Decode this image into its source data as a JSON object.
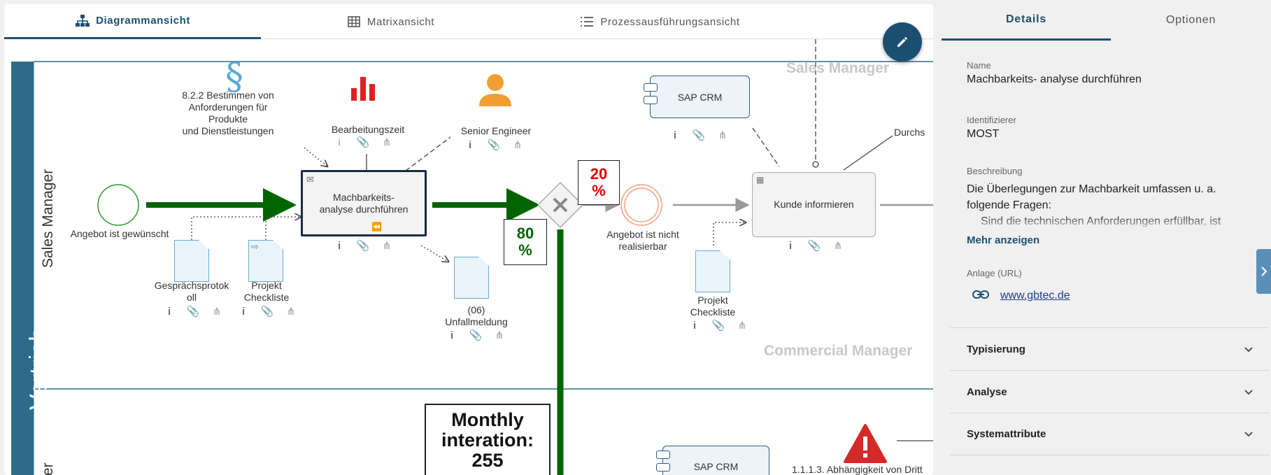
{
  "tabs": [
    {
      "label": "Diagrammansicht",
      "icon": "hierarchy-icon"
    },
    {
      "label": "Matrixansicht",
      "icon": "grid-icon"
    },
    {
      "label": "Prozessausführungsansicht",
      "icon": "list-icon"
    }
  ],
  "edit_icon": "pencil-icon",
  "diagram": {
    "pool_label": "Vertrieb",
    "lanes": [
      {
        "label": "Sales Manager",
        "header": "Sales Manager"
      },
      {
        "label": "ter",
        "header": "Commercial Manager"
      }
    ],
    "start_event": "Angebot ist gewünscht",
    "norm_label": "8.2.2 Bestimmen von\nAnforderungen für\nProdukte\nund Dienstleistungen",
    "kpi_label": "Bearbeitungszeit",
    "role_label": "Senior Engineer",
    "task_selected": "Machbarkeits-\nanalyse durchführen",
    "task_inform": "Kunde informieren",
    "docs": [
      {
        "label": "Gesprächsprotok\noll"
      },
      {
        "label": "Projekt\nCheckliste"
      },
      {
        "label": "(06)\nUnfallmeldung"
      },
      {
        "label": "Projekt\nCheckliste"
      }
    ],
    "gateway_pct_top": "20\n%",
    "gateway_pct_bottom": "80\n%",
    "end_event": "Angebot ist nicht\nrealisierbar",
    "system_top": "SAP CRM",
    "system_bottom": "SAP CRM",
    "cut_label_right": "Durchs",
    "monthly": "Monthly\ninteration:\n255",
    "risk_label": "1.1.1.3. Abhängigkeit von Dritt",
    "colors": {
      "flow": "#006400",
      "pct_red": "#e00000",
      "pct_green": "#006400",
      "pool": "#2e6b8a",
      "accent": "#1b4f72"
    }
  },
  "panel": {
    "tabs": [
      "Details",
      "Optionen"
    ],
    "name_label": "Name",
    "name_value": "Machbarkeits- analyse durchführen",
    "id_label": "Identifizierer",
    "id_value": "MOST",
    "desc_label": "Beschreibung",
    "desc_value": "Die Überlegungen zur Machbarkeit umfassen u. a. folgende Fragen:",
    "desc_more_line": "Sind die technischen Anforderungen erfüllbar, ist",
    "more_label": "Mehr anzeigen",
    "attachment_label": "Anlage (URL)",
    "attachment_link": "www.gbtec.de",
    "sections": [
      "Typisierung",
      "Analyse",
      "Systemattribute"
    ]
  }
}
